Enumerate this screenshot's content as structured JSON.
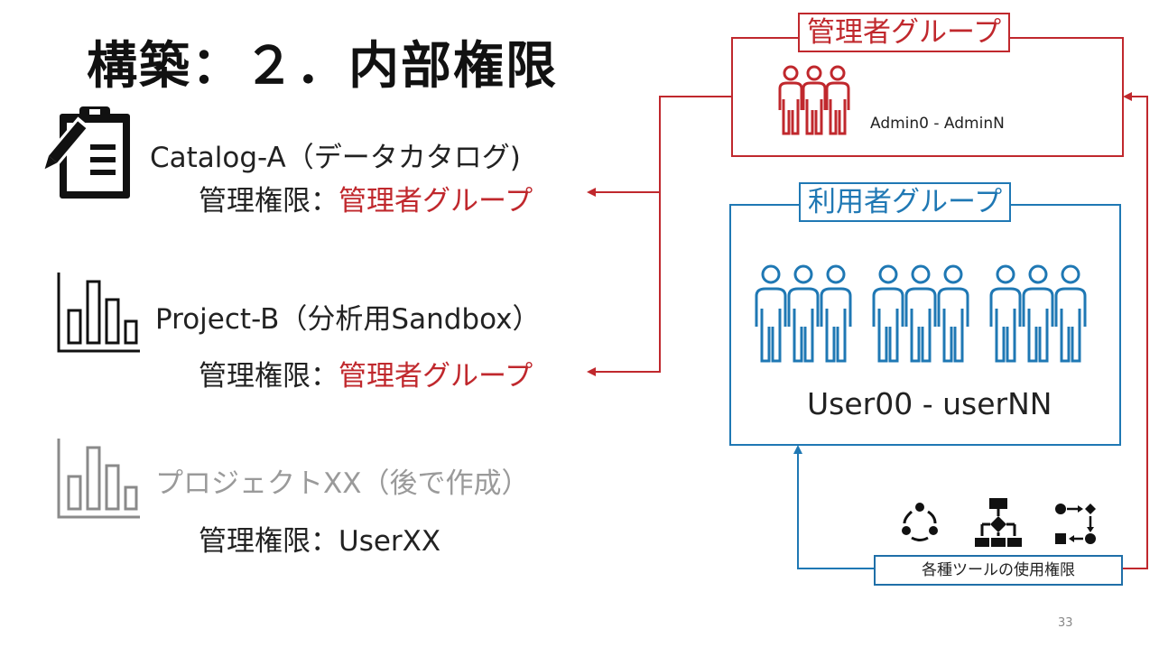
{
  "slide": {
    "title": "構築：２．内部権限",
    "page_number": "33"
  },
  "resources": [
    {
      "name": "Catalog-A（データカタログ)",
      "perm_prefix": "管理権限：",
      "perm_value": "管理者グループ",
      "icon": "clipboard-edit-icon"
    },
    {
      "name": "Project-B（分析用Sandbox）",
      "perm_prefix": "管理権限：",
      "perm_value": "管理者グループ",
      "icon": "bar-chart-icon"
    },
    {
      "name": "プロジェクトXX（後で作成）",
      "perm_prefix": "管理権限：",
      "perm_value": "UserXX",
      "icon": "bar-chart-gray-icon"
    }
  ],
  "admin_group": {
    "label": "管理者グループ",
    "members": "Admin0 - AdminN",
    "color": "#c0282d"
  },
  "user_group": {
    "label": "利用者グループ",
    "members": "User00 - userNN",
    "color": "#1f78b4"
  },
  "tools": {
    "label": "各種ツールの使用権限",
    "icons": [
      "cycle-icon",
      "flowchart-icon",
      "process-icon"
    ]
  }
}
